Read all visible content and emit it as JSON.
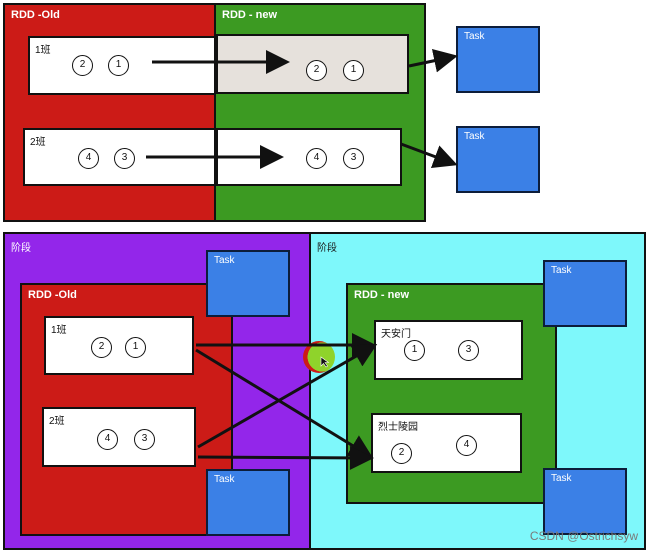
{
  "top": {
    "old_title": "RDD -Old",
    "new_title": "RDD - new",
    "row1": {
      "label": "1班",
      "left_nums": [
        "2",
        "1"
      ],
      "right_nums": [
        "2",
        "1"
      ]
    },
    "row2": {
      "label": "2班",
      "left_nums": [
        "4",
        "3"
      ],
      "right_nums": [
        "4",
        "3"
      ]
    },
    "task_label": "Task"
  },
  "bottom": {
    "stage_left": "阶段",
    "stage_right": "阶段",
    "old_title": "RDD -Old",
    "new_title": "RDD - new",
    "task_label": "Task",
    "old_rows": [
      {
        "label": "1班",
        "nums": [
          "2",
          "1"
        ]
      },
      {
        "label": "2班",
        "nums": [
          "4",
          "3"
        ]
      }
    ],
    "new_rows": [
      {
        "label": "天安门",
        "nums": [
          "1",
          "3"
        ]
      },
      {
        "label": "烈士陵园",
        "nums": [
          "2",
          "4"
        ]
      }
    ]
  },
  "watermark": "CSDN @Ostrichsyw",
  "colors": {
    "red": "#cc1b17",
    "green": "#3c9a22",
    "purple": "#9326ea",
    "cyan": "#7ef8fb",
    "task_blue": "#3b80e6",
    "cursor_green": "#8fd32b"
  }
}
